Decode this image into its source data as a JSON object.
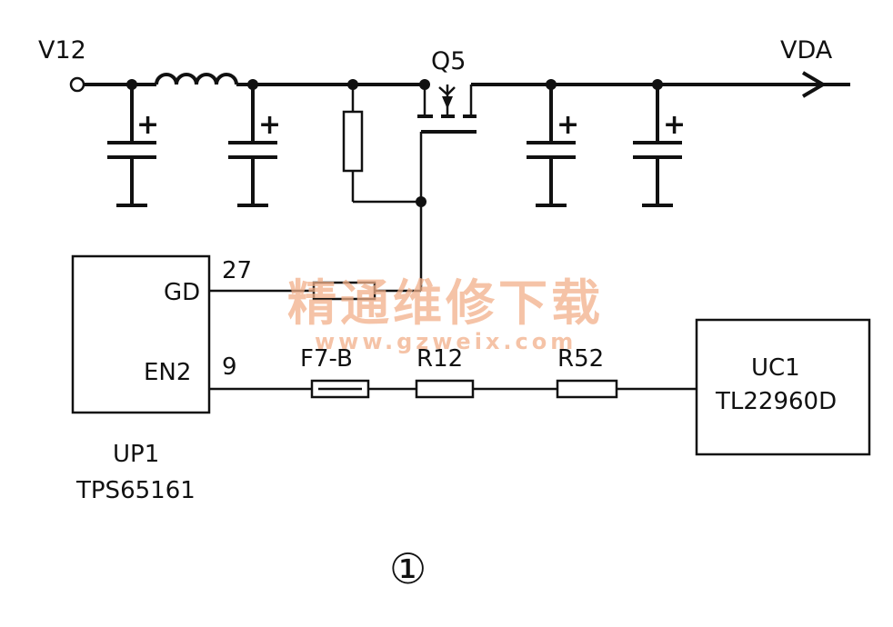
{
  "nets": {
    "input": "V12",
    "output": "VDA"
  },
  "transistor": {
    "ref": "Q5"
  },
  "up1": {
    "ref": "UP1",
    "part": "TPS65161",
    "pins": [
      {
        "name": "GD",
        "number": "27"
      },
      {
        "name": "EN2",
        "number": "9"
      }
    ]
  },
  "uc1": {
    "ref": "UC1",
    "part": "TL22960D"
  },
  "series_parts": [
    "F7-B",
    "R12",
    "R52"
  ],
  "capacitor_polarity": "+",
  "watermark": {
    "text": "精通维修下载",
    "url": "www.gzweix.com"
  },
  "figure_number": "①"
}
